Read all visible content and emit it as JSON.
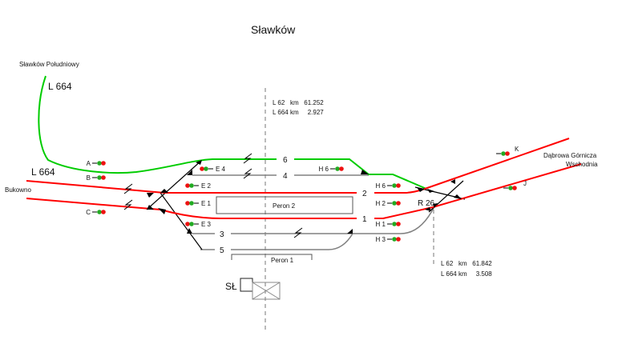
{
  "title": "Sławków",
  "colors": {
    "main_line": "#ff0000",
    "branch_line": "#00cc00",
    "siding": "#808080",
    "switch": "#000000"
  },
  "labels": {
    "slawkow_poludniowy": "Sławków Południowy",
    "l664_north": "L 664",
    "l664_west": "L 664",
    "bukowno": "Bukowno",
    "dabrowa_line1": "Dąbrowa Górnicza",
    "dabrowa_line2": "Wschodnia",
    "switch_r26": "R 26",
    "building": "SŁ"
  },
  "km_top": {
    "line1": "L 62   km   61.252",
    "line2": "L 664 km     2.927"
  },
  "km_bottom": {
    "line1": "L 62   km   61.842",
    "line2": "L 664 km     3.508"
  },
  "tracks": {
    "t6": "6",
    "t4": "4",
    "t2": "2",
    "t1": "1",
    "t3": "3",
    "t5": "5"
  },
  "platforms": {
    "peron2": "Peron 2",
    "peron1": "Peron 1"
  },
  "signals": {
    "A": "A",
    "B": "B",
    "C": "C",
    "E4": "E 4",
    "E2": "E 2",
    "E1": "E 1",
    "E3": "E 3",
    "H6a": "H 6",
    "H6b": "H 6",
    "H2": "H 2",
    "H1": "H 1",
    "H3": "H 3",
    "K": "K",
    "J": "J"
  }
}
